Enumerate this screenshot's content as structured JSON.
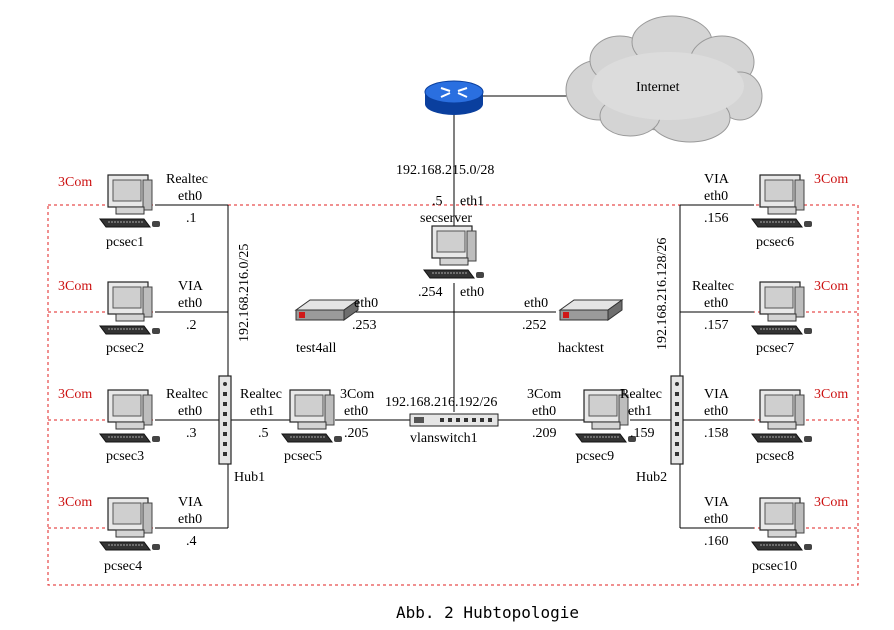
{
  "colors": {
    "line": "#000000",
    "vlan_border": "#e02020",
    "brand": "#cc1111",
    "router": "#1a5fd0"
  },
  "internet": {
    "label": "Internet"
  },
  "router": {
    "icon": "router-icon"
  },
  "uplink": {
    "subnet": "192.168.215.0/28"
  },
  "secserver": {
    "name": "secserver",
    "eth1": "eth1",
    "ip_up": ".5",
    "eth0": "eth0",
    "ip_down": ".254"
  },
  "test4all": {
    "name": "test4all",
    "eth": "eth0",
    "ip": ".253"
  },
  "hacktest": {
    "name": "hacktest",
    "eth": "eth0",
    "ip": ".252"
  },
  "left_subnet": "192.168.216.0/25",
  "right_subnet": "192.168.216.128/26",
  "mid_subnet": "192.168.216.192/26",
  "hub1": {
    "name": "Hub1"
  },
  "hub2": {
    "name": "Hub2"
  },
  "vlanswitch": {
    "name": "vlanswitch1"
  },
  "pcsec1": {
    "name": "pcsec1",
    "vendor": "3Com",
    "nic": "Realtec",
    "eth": "eth0",
    "ip": ".1"
  },
  "pcsec2": {
    "name": "pcsec2",
    "vendor": "3Com",
    "nic": "VIA",
    "eth": "eth0",
    "ip": ".2"
  },
  "pcsec3": {
    "name": "pcsec3",
    "vendor": "3Com",
    "nic": "Realtec",
    "eth": "eth0",
    "ip": ".3"
  },
  "pcsec4": {
    "name": "pcsec4",
    "vendor": "3Com",
    "nic": "VIA",
    "eth": "eth0",
    "ip": ".4"
  },
  "pcsec5": {
    "name": "pcsec5",
    "nic1": "Realtec",
    "eth1": "eth1",
    "ip1": ".5",
    "nic0": "3Com",
    "eth0": "eth0",
    "ip0": ".205"
  },
  "pcsec9": {
    "name": "pcsec9",
    "nic0": "3Com",
    "eth0": "eth0",
    "ip0": ".209",
    "nic1": "Realtec",
    "eth1": "eth1",
    "ip1": ".159"
  },
  "pcsec6": {
    "name": "pcsec6",
    "vendor": "3Com",
    "nic": "VIA",
    "eth": "eth0",
    "ip": ".156"
  },
  "pcsec7": {
    "name": "pcsec7",
    "vendor": "3Com",
    "nic": "Realtec",
    "eth": "eth0",
    "ip": ".157"
  },
  "pcsec8": {
    "name": "pcsec8",
    "vendor": "3Com",
    "nic": "VIA",
    "eth": "eth0",
    "ip": ".158"
  },
  "pcsec10": {
    "name": "pcsec10",
    "vendor": "3Com",
    "nic": "VIA",
    "eth": "eth0",
    "ip": ".160"
  },
  "caption": "Abb. 2 Hubtopologie"
}
